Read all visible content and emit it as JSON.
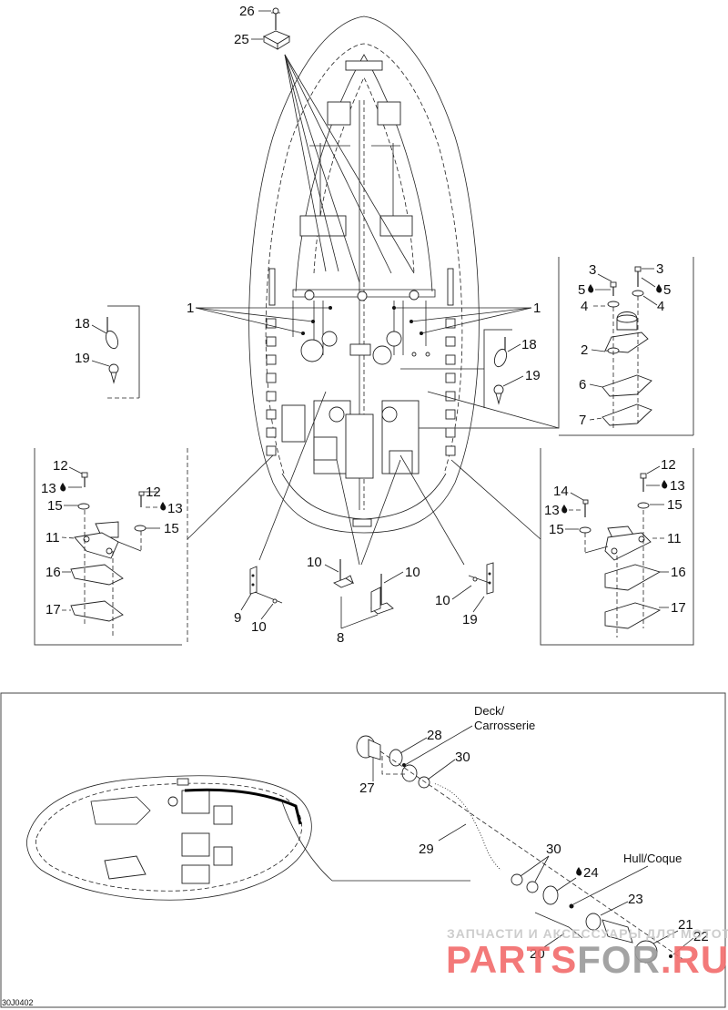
{
  "diagram": {
    "figure_code": "30J0402",
    "upper_view": {
      "callouts": {
        "c26": "26",
        "c25": "25",
        "c1_left": "1",
        "c1_right": "1",
        "c18_left": "18",
        "c19_left": "19",
        "c18_right": "18",
        "c19_right": "19",
        "c9": "9",
        "c10_a": "10",
        "c10_b": "10",
        "c10_c": "10",
        "c10_d": "10",
        "c8": "8",
        "c19_bottom": "19"
      },
      "engine_mount_front": {
        "callouts": {
          "c3_left": "3",
          "c3_right": "3",
          "c5_left": "5",
          "c5_right": "5",
          "c4_left": "4",
          "c4_right": "4",
          "c2": "2",
          "c6": "6",
          "c7": "7"
        }
      },
      "engine_mount_rear_left": {
        "callouts": {
          "c12_a": "12",
          "c13_a": "13",
          "c15_a": "15",
          "c12_b": "12",
          "c13_b": "13",
          "c15_b": "15",
          "c11": "11",
          "c16": "16",
          "c17": "17"
        }
      },
      "engine_mount_rear_right": {
        "callouts": {
          "c12": "12",
          "c13_a": "13",
          "c15_a": "15",
          "c14": "14",
          "c13_b": "13",
          "c15_b": "15",
          "c11": "11",
          "c16": "16",
          "c17": "17"
        }
      }
    },
    "lower_view": {
      "deck_label_line1": "Deck/",
      "deck_label_line2": "Carrosserie",
      "hull_label": "Hull/Coque",
      "callouts": {
        "c28": "28",
        "c27": "27",
        "c30_a": "30",
        "c29": "29",
        "c30_b": "30",
        "c24": "24",
        "c23": "23",
        "c21": "21",
        "c22": "22",
        "c20": "20"
      }
    },
    "adhesive_symbol": "drop-icon",
    "watermark": {
      "line1": "ЗАПЧАСТИ И АКСЕССУАРЫ ДЛЯ МОТОТЕХНИКИ",
      "brand_part1": "PARTS",
      "brand_part2": "FOR",
      "brand_part3": ".RU",
      "brand_color": "#f26b6b",
      "brand_mid_color": "#9a9a9a"
    }
  }
}
